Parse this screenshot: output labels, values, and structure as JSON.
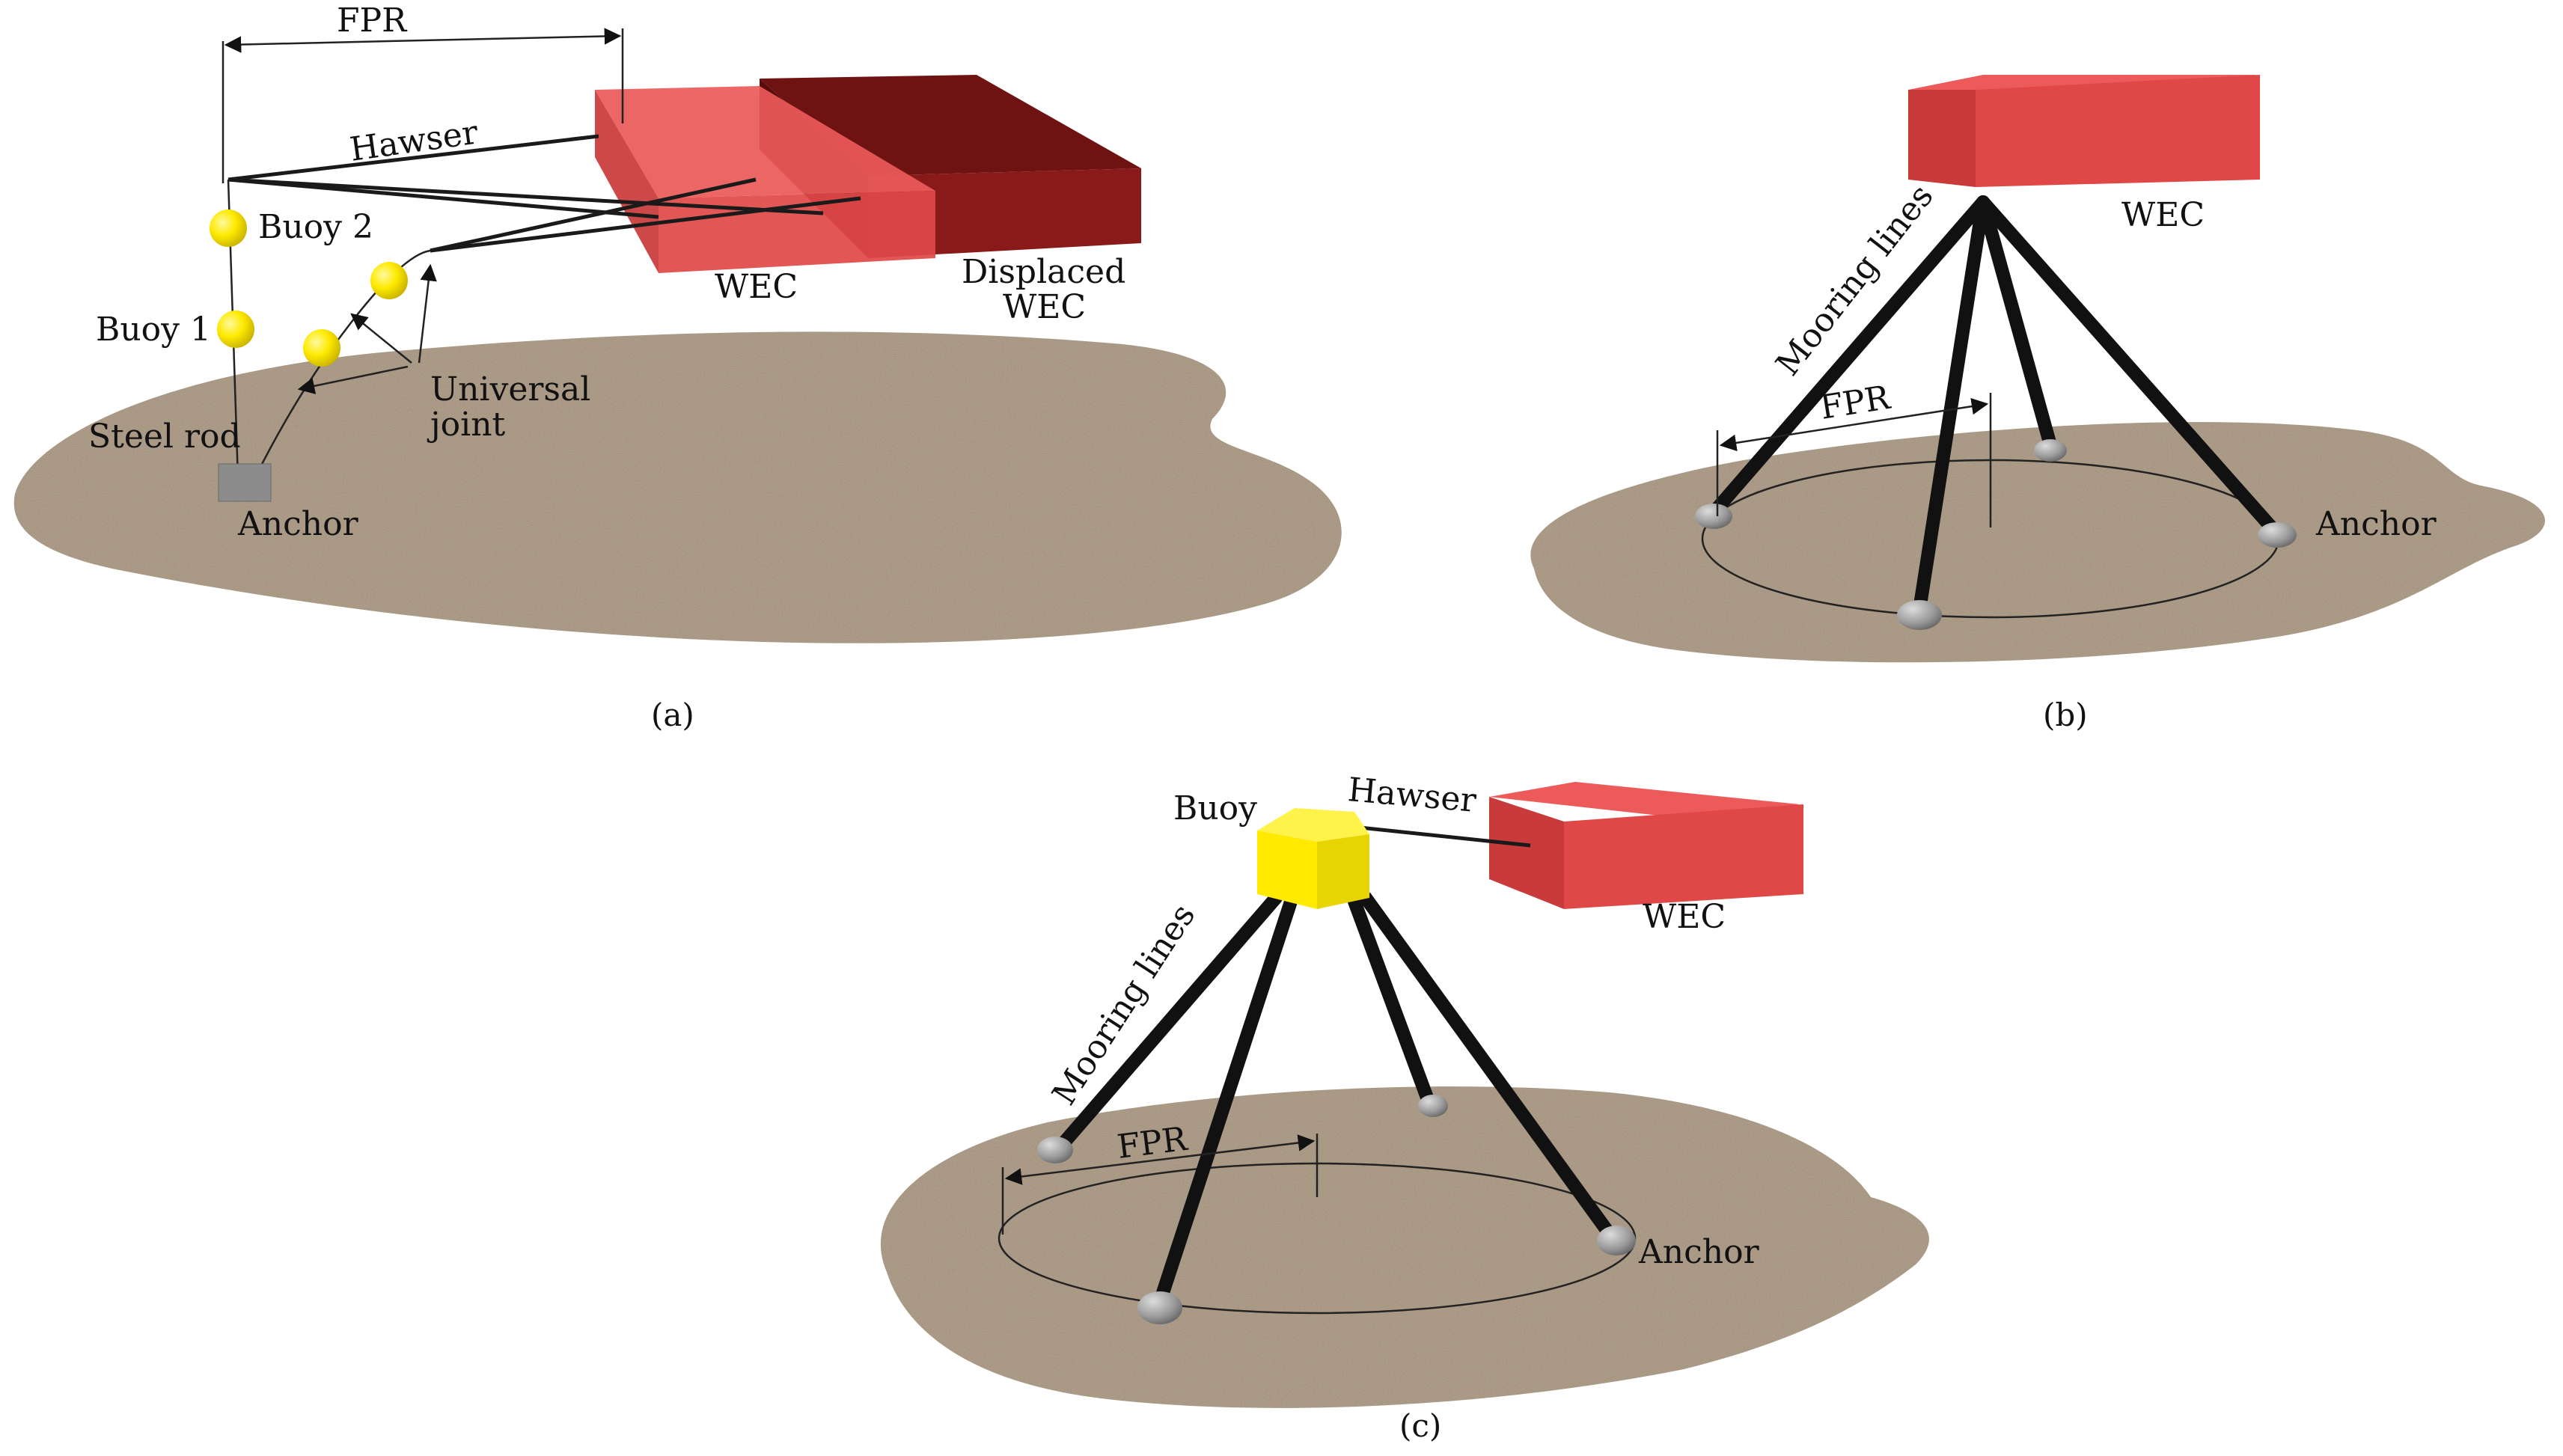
{
  "panel_a": {
    "caption": "(a)",
    "fpr": "FPR",
    "hawser": "Hawser",
    "buoy2": "Buoy 2",
    "buoy1": "Buoy 1",
    "wec": "WEC",
    "displaced_line1": "Displaced",
    "displaced_line2": "WEC",
    "universal_line1": "Universal",
    "universal_line2": "joint",
    "steel_rod": "Steel rod",
    "anchor": "Anchor"
  },
  "panel_b": {
    "caption": "(b)",
    "wec": "WEC",
    "mooring": "Mooring lines",
    "fpr": "FPR",
    "anchor": "Anchor"
  },
  "panel_c": {
    "caption": "(c)",
    "buoy": "Buoy",
    "hawser": "Hawser",
    "wec": "WEC",
    "mooring": "Mooring lines",
    "fpr": "FPR",
    "anchor": "Anchor"
  },
  "colors": {
    "seabed": "#a59177",
    "wec_front": "#e04848",
    "wec_top": "#ec5a5a",
    "displaced_front": "#8a1a1a",
    "buoy_yellow": "#ffea00",
    "anchor_grey": "#8c8c8c"
  }
}
